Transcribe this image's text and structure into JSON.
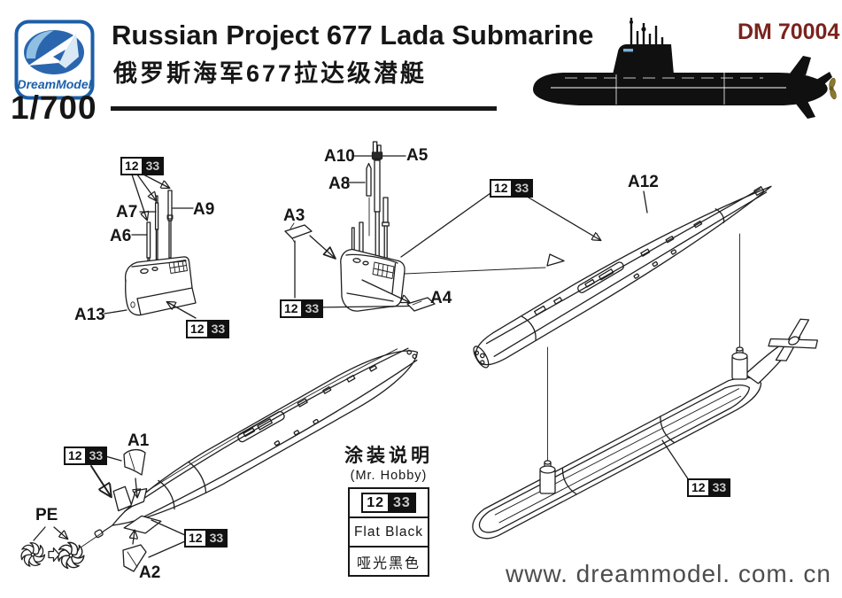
{
  "header": {
    "brand": "DreamModel",
    "scale": "1/700",
    "title_en": "Russian Project 677 Lada Submarine",
    "title_cn": "俄罗斯海军677拉达级潜艇",
    "kit_no": "DM 70004"
  },
  "parts": {
    "a1": "A1",
    "a2": "A2",
    "a3": "A3",
    "a4": "A4",
    "a5": "A5",
    "a6": "A6",
    "a7": "A7",
    "a8": "A8",
    "a9": "A9",
    "a10": "A10",
    "a12": "A12",
    "a13": "A13",
    "pe": "PE"
  },
  "paint": {
    "code_left": "12",
    "code_right": "33",
    "legend_title": "涂装说明",
    "legend_subtitle": "(Mr. Hobby)",
    "color_name_en": "Flat Black",
    "color_name_cn": "哑光黑色"
  },
  "footer": {
    "website": "www. dreammodel. com. cn"
  },
  "colors": {
    "logo_blue": "#1c5fa8",
    "kit_no_red": "#7a231e",
    "propeller_gold": "#8a7a2e",
    "paint_chip_black": "#111111"
  }
}
